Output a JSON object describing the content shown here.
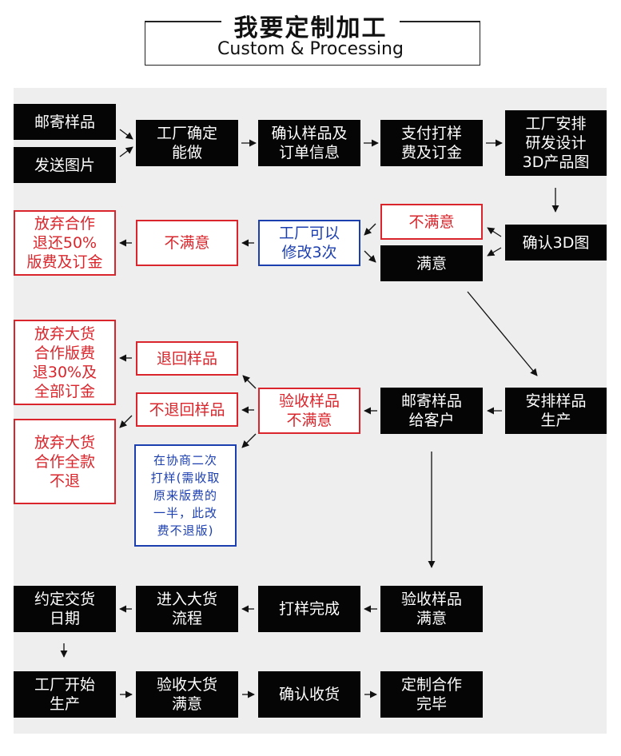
{
  "header": {
    "title_zh": "我要定制加工",
    "title_en": "Custom & Processing"
  },
  "nodes": {
    "mail_sample": "邮寄样品",
    "send_image": "发送图片",
    "factory_confirm": "工厂确定\n能做",
    "confirm_sample_order": "确认样品及\n订单信息",
    "pay_deposit": "支付打样\n费及订金",
    "factory_3d": "工厂安排\n研发设计\n3D产品图",
    "confirm_3d": "确认3D图",
    "unsatisfied_3d": "不满意",
    "satisfied_3d": "满意",
    "factory_revise": "工厂可以\n修改3次",
    "unsatisfied_mid": "不满意",
    "abandon_refund_50": "放弃合作\n退还50%\n版费及订金",
    "arrange_sample": "安排样品\n生产",
    "mail_sample_customer": "邮寄样品\n给客户",
    "inspect_unsatisfied": "验收样品\n不满意",
    "return_sample": "退回样品",
    "not_return_sample": "不退回样品",
    "abandon_refund_30": "放弃大货\n合作版费\n退30%及\n全部订金",
    "abandon_no_refund": "放弃大货\n合作全款\n不退",
    "renegotiate": "在协商二次\n打样(需收取\n原来版费的\n一半，此改\n费不退版)",
    "inspect_satisfied": "验收样品\n满意",
    "sampling_done": "打样完成",
    "enter_bulk": "进入大货\n流程",
    "agree_delivery": "约定交货\n日期",
    "factory_start": "工厂开始\n生产",
    "inspect_bulk": "验收大货\n满意",
    "confirm_receipt": "确认收货",
    "custom_complete": "定制合作\n完毕"
  },
  "colors": {
    "black_box": "#050505",
    "red_accent": "#d9252b",
    "blue_accent": "#1c3fb0",
    "panel_bg": "#eeeeee"
  }
}
